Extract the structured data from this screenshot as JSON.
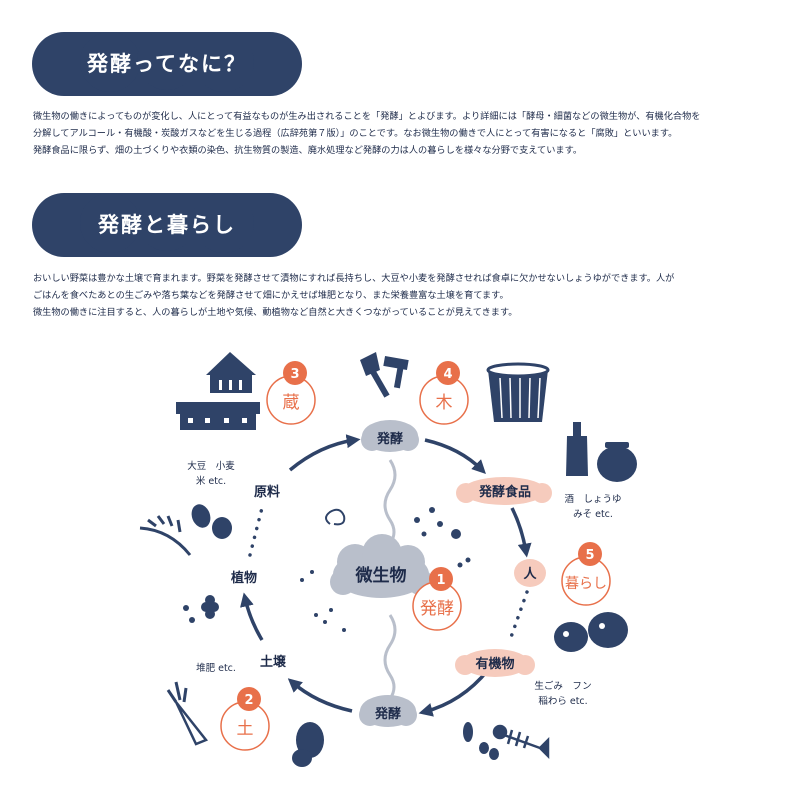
{
  "section1": {
    "title": "発酵ってなに？",
    "lines": [
      "微生物の働きによってものが変化し、人にとって有益なものが生み出されることを「発酵」とよびます。より詳細には「酵母・細菌などの微生物が、有機化合物を",
      "分解してアルコール・有機酸・炭酸ガスなどを生じる過程（広辞苑第７版）」のことです。なお微生物の働きで人にとって有害になると「腐敗」といいます。",
      "発酵食品に限らず、畑の土づくりや衣類の染色、抗生物質の製造、廃水処理など発酵の力は人の暮らしを様々な分野で支えています。"
    ]
  },
  "section2": {
    "title": "発酵と暮らし",
    "lines": [
      "おいしい野菜は豊かな土壌で育まれます。野菜を発酵させて漬物にすれば長持ちし、大豆や小麦を発酵させれば食卓に欠かせないしょうゆができます。人が",
      "ごはんを食べたあとの生ごみや落ち葉などを発酵させて畑にかえせば堆肥となり、また栄養豊富な土壌を育てます。",
      "微生物の働きに注目すると、人の暮らしが土地や気候、動植物など自然と大きくつながっていることが見えてきます。"
    ]
  },
  "diagram": {
    "center": "微生物",
    "ferment_top": "発酵",
    "ferment_bottom": "発酵",
    "nodes": {
      "raw": "原料",
      "plant": "植物",
      "soil": "土壌",
      "food": "発酵食品",
      "person": "人",
      "organic": "有機物"
    },
    "notes": {
      "raw_1": "大豆　小麦",
      "raw_2": "米 etc.",
      "food_1": "酒　しょうゆ",
      "food_2": "みそ etc.",
      "soil": "堆肥 etc.",
      "organic_1": "生ごみ　フン",
      "organic_2": "稲わら etc."
    },
    "badges": [
      {
        "num": "1",
        "label": "発酵"
      },
      {
        "num": "2",
        "label": "土"
      },
      {
        "num": "3",
        "label": "蔵"
      },
      {
        "num": "4",
        "label": "木"
      },
      {
        "num": "5",
        "label": "暮らし"
      }
    ]
  },
  "colors": {
    "navy": "#2f4368",
    "orange": "#e8704a",
    "pink": "#f6cbbd",
    "gray": "#b9bfcb"
  }
}
